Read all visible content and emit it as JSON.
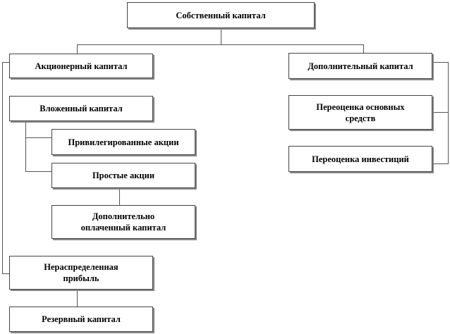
{
  "root": "Собственный капитал",
  "left": {
    "share_capital": "Акционерный капитал",
    "invested_capital": "Вложенный капитал",
    "preferred_shares": "Привилегированные акции",
    "common_shares": "Простые акции",
    "additional_paid_in": "Дополнительно оплаченный капитал",
    "retained_earnings": "Нераспределенная прибыль",
    "reserve_capital": "Резервный капитал"
  },
  "right": {
    "additional_capital": "Дополнительный капитал",
    "fixed_assets_revaluation": "Переоценка основных средств",
    "investment_revaluation": "Переоценка инвестиций"
  }
}
